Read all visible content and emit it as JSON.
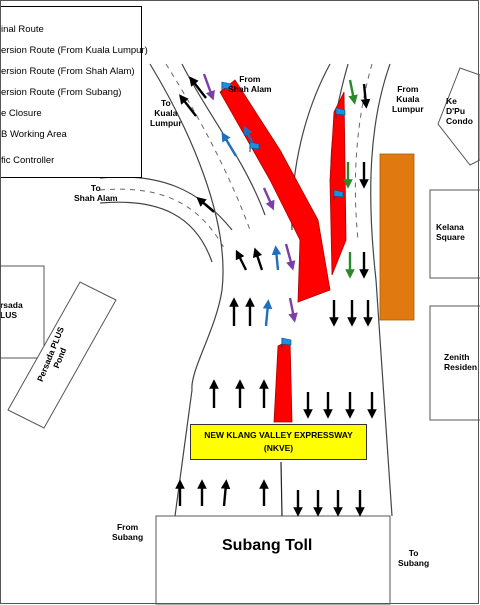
{
  "legend": {
    "items": [
      {
        "label": "inal Route",
        "color": "#000000"
      },
      {
        "label": "ersion Route (From Kuala Lumpur)",
        "color": "#1f6fbf"
      },
      {
        "label": "ersion Route (From Shah Alam)",
        "color": "#7b3fa8"
      },
      {
        "label": "ersion Route (From Subang)",
        "color": "#2a8a2a"
      },
      {
        "label": "e Closure",
        "color": "#ff0000"
      },
      {
        "label": "B Working Area",
        "color": "#e07a10"
      },
      {
        "label": "fic Controller",
        "color": "#ffffff"
      }
    ]
  },
  "places": {
    "to_kl": "To\nKuala\nLumpur",
    "from_shah_alam": "From\nShah Alam",
    "from_kl": "From\nKuala\nLumpur",
    "to_shah_alam": "To\nShah Alam",
    "persada": "rsada\nLUS",
    "pond": "Persada PLUS\nPond",
    "kelana_dpuri": "Ke\nD'Pu\nCondo",
    "kelana_square": "Kelana\nSquare",
    "zenith": "Zenith\nResiden",
    "from_subang": "From\nSubang",
    "to_subang": "To\nSubang"
  },
  "road": {
    "nkve": "NEW KLANG VALLEY EXPRESSWAY\n(NKVE)",
    "toll": "Subang Toll"
  },
  "colors": {
    "closure": "#ff0000",
    "working_area": "#e07a10",
    "kl_route": "#1f6fbf",
    "shah_alam_route": "#7b3fa8",
    "subang_route": "#2a8a2a",
    "original_route": "#000000",
    "controller": "#1e8fe0"
  }
}
